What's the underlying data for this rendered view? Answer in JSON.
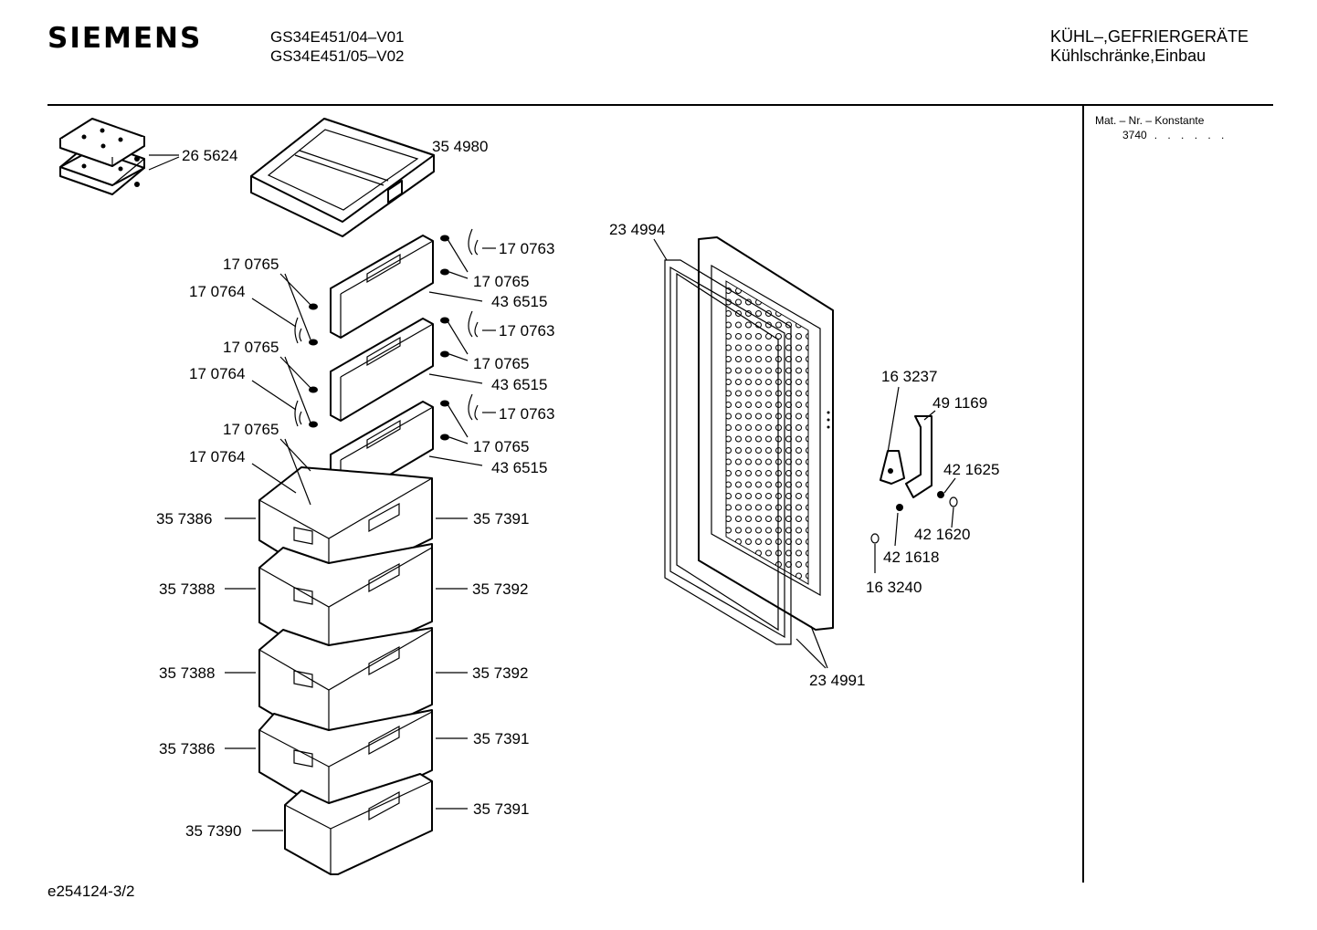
{
  "header": {
    "brand": "SIEMENS",
    "model_line_1": "GS34E451/04–V01",
    "model_line_2": "GS34E451/05–V02",
    "category_line_1": "KÜHL–,GEFRIERGERÄTE",
    "category_line_2": "Kühlschränke,Einbau"
  },
  "sidebar": {
    "title": "Mat. – Nr. – Konstante",
    "value": "3740",
    "dots": ". . . . . ."
  },
  "footer": {
    "ref": "e254124-3/2"
  },
  "parts": {
    "p265624": "26 5624",
    "p354980": "35 4980",
    "p170763": "17 0763",
    "p170765": "17 0765",
    "p170764": "17 0764",
    "p436515": "43 6515",
    "p357386": "35 7386",
    "p357388": "35 7388",
    "p357390": "35 7390",
    "p357391": "35 7391",
    "p357392": "35 7392",
    "p234994": "23 4994",
    "p234991": "23 4991",
    "p163237": "16 3237",
    "p491169": "49 1169",
    "p421625": "42 1625",
    "p421620": "42 1620",
    "p421618": "42 1618",
    "p163240": "16 3240"
  }
}
